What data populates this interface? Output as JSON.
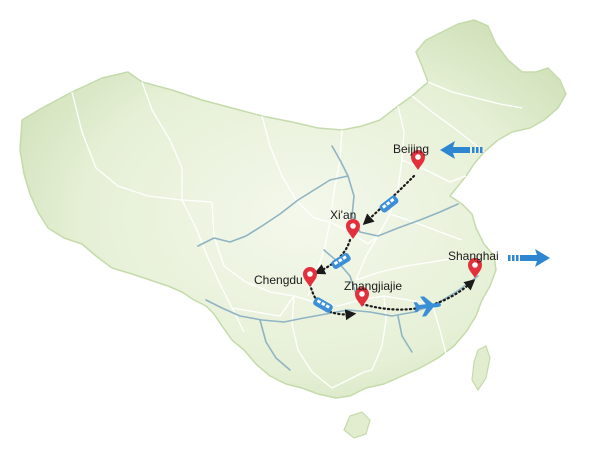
{
  "colors": {
    "background": "#ffffff",
    "land_fill": "#e4efd2",
    "land_edge": "#c8ddb0",
    "border": "#ffffff",
    "river": "#8fb4c4",
    "pin": "#e2303c",
    "route": "#1a1a1a",
    "arrow": "#2f86d0",
    "transport_icon": "#3b8fd6"
  },
  "cities": [
    {
      "key": "beijing",
      "label": "Beijing"
    },
    {
      "key": "xian",
      "label": "Xi'an"
    },
    {
      "key": "chengdu",
      "label": "Chengdu"
    },
    {
      "key": "zhangjiajie",
      "label": "Zhangjiajie"
    },
    {
      "key": "shanghai",
      "label": "Shanghai"
    }
  ],
  "route_legs": [
    {
      "from": "beijing",
      "to": "xian",
      "mode": "train-icon"
    },
    {
      "from": "xian",
      "to": "chengdu",
      "mode": "train-icon"
    },
    {
      "from": "chengdu",
      "to": "zhangjiajie",
      "mode": "train-icon"
    },
    {
      "from": "zhangjiajie",
      "to": "shanghai",
      "mode": "airplane-icon"
    }
  ],
  "entry_arrow": {
    "near": "beijing",
    "direction": "arrival"
  },
  "exit_arrow": {
    "near": "shanghai",
    "direction": "departure"
  }
}
